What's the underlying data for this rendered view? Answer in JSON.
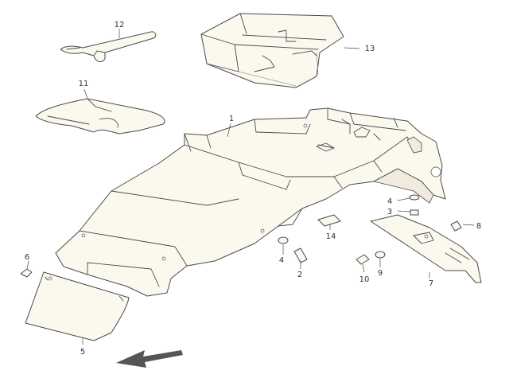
{
  "callouts": [
    {
      "id": "1",
      "text": "1"
    },
    {
      "id": "2",
      "text": "2"
    },
    {
      "id": "3",
      "text": "3"
    },
    {
      "id": "4a",
      "text": "4"
    },
    {
      "id": "4b",
      "text": "4"
    },
    {
      "id": "5",
      "text": "5"
    },
    {
      "id": "6",
      "text": "6"
    },
    {
      "id": "7",
      "text": "7"
    },
    {
      "id": "8",
      "text": "8"
    },
    {
      "id": "9",
      "text": "9"
    },
    {
      "id": "10",
      "text": "10"
    },
    {
      "id": "11",
      "text": "11"
    },
    {
      "id": "12",
      "text": "12"
    },
    {
      "id": "13",
      "text": "13"
    },
    {
      "id": "14",
      "text": "14"
    }
  ],
  "colors": {
    "line": "#4a4a4a",
    "fill": "#fbf8ee",
    "background": "#ffffff"
  },
  "icons": {
    "direction": "front-direction-arrow-icon"
  }
}
